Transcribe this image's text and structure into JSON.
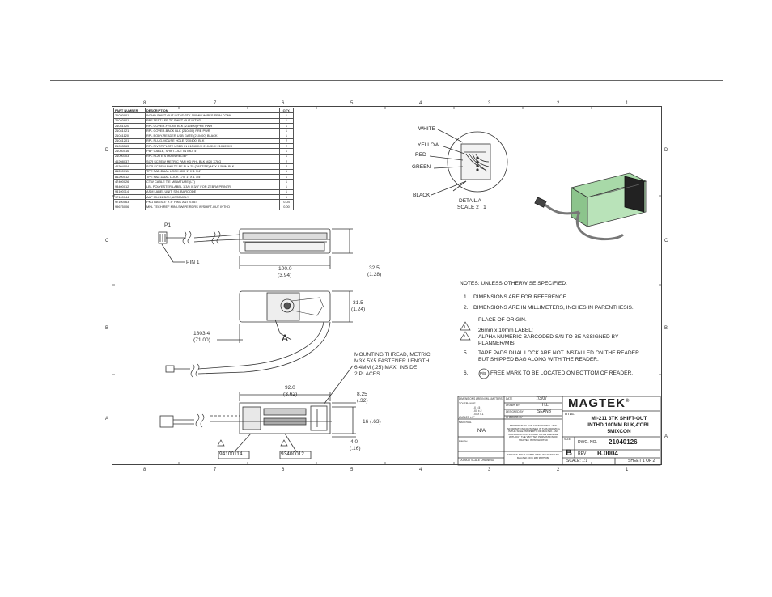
{
  "bom": {
    "headers": [
      "PART NUMBER",
      "DESCRIPTION",
      "QTY."
    ],
    "rows": [
      [
        "21030001",
        "INTHD SHIFT-OUT INTHD 3TK 100MM WIRES SPIN CONN",
        "1"
      ],
      [
        "21040901",
        "PBF TEST LEP TK SHIFT-OUT INTHD",
        "1"
      ],
      [
        "21041020",
        "RPL COVER-FRONT BLK (210400) PRE PWR",
        "1"
      ],
      [
        "21041021",
        "RPL COVER-BACK BLK (210400) PRE PWR",
        "1"
      ],
      [
        "21041120",
        "RPL BODY-READER USB GATE (210400) BLACK",
        "1"
      ],
      [
        "21041201",
        "RPL PLUG-MOUSE HOLE (210400) BLK",
        "2"
      ],
      [
        "21053563",
        "RPL PIVOT PLATE USED IN 210400XX 21045XX 21060XXX",
        "2"
      ],
      [
        "21050016",
        "PBF CABLE, SHIFT-OUT INTHD, 4'",
        "1"
      ],
      [
        "21090103",
        "RPL PLATE STRAIN RELIEF",
        "1"
      ],
      [
        "46208037",
        "SCR SCREW METRIC PAN HD PHL BLK M2X X7LG",
        "2"
      ],
      [
        "46304004",
        "SCR SCREW PHP TF FE BLK 25 (TAPTITE) M2X 3.5MM BLK",
        "2"
      ],
      [
        "81200011",
        "TPE PAD-DUAL LOCK 400, 1\" X 1 1/4\"",
        "1"
      ],
      [
        "81200012",
        "TPE PAD-DUAL LOCK 170, 1\" X 1 1/4\"",
        "1"
      ],
      [
        "47400026",
        "CTW CABLE TIE MINIATURE (LT)",
        "1"
      ],
      [
        "93400012",
        "LBL POLYESTER LABEL 1.3/5 X 3/5\" FOR ZEBRA PRINTR",
        "1"
      ],
      [
        "94100114",
        "ASM LABEL UNIT, S/N, BARCODE",
        "1"
      ],
      [
        "97100044",
        "AAF MI-211 BOX, ASSEMBLY",
        "1"
      ],
      [
        "97100063",
        "PKG BAGS 3\" X 4\" PINK ANTISTAT",
        "0.04"
      ],
      [
        "99675006",
        "MNL TECH REF MINI-SWIPE RDRS W/SHIFT-OUT INTHD",
        "0.00"
      ]
    ]
  },
  "zones": {
    "cols": [
      "8",
      "7",
      "6",
      "5",
      "4",
      "3",
      "2",
      "1"
    ],
    "rows": [
      "D",
      "C",
      "B",
      "A"
    ]
  },
  "detail": {
    "wires": [
      "WHITE",
      "YELLOW",
      "RED",
      "GREEN",
      "BLACK"
    ],
    "title": "DETAIL A",
    "scale": "SCALE 2 : 1"
  },
  "callouts": {
    "p1": "P1",
    "pin1": "PIN 1",
    "view_a": "A",
    "label1": "94100114",
    "label2": "93400012",
    "mount": [
      "MOUNTING THREAD, METRIC",
      "M3X.5X5 FASTENER LENGTH",
      "6.4MM (.25) MAX. INSIDE",
      "2 PLACES"
    ]
  },
  "dims": {
    "w100": "100.0",
    "w100in": "(3.94)",
    "h325": "32.5",
    "h325in": "(1.28)",
    "h315": "31.5",
    "h315in": "(1.24)",
    "cable": "1803.4",
    "cablein": "(71.00)",
    "w92": "92.0",
    "w92in": "(3.62)",
    "d825": "8.25",
    "d825in": "(.32)",
    "d16": "16 (.63)",
    "d4": "4.0",
    "d4in": "(.16)"
  },
  "notes": {
    "header": "NOTES: UNLESS OTHERWISE SPECIFIED.",
    "n1": "DIMENSIONS ARE FOR REFERENCE.",
    "n2": "DIMENSIONS ARE IN MILLIMETERS, INCHES IN PARENTHESIS.",
    "n3": "PLACE OF ORIGIN.",
    "n4a": "26mm x 10mm LABEL:",
    "n4b": "ALPHA NUMERIC BARCODED S/N TO BE ASSIGNED BY",
    "n4c": "PLANNER/MIS",
    "n5a": "TAPE PADS DUAL LOCK ARE NOT INSTALLED ON THE READER",
    "n5b": "BUT SHIPPED BAG ALONG WITH THE READER.",
    "n6": "FREE MARK TO BE LOCATED ON BOTTOM OF READER.",
    "n6sym": "P/B",
    "nums": [
      "1.",
      "2.",
      "3.",
      "4.",
      "5.",
      "6."
    ],
    "tri": [
      "3",
      "4"
    ]
  },
  "title_block": {
    "logo": "MAGTEK",
    "logo_mark": "®",
    "dims_unless": "DIMENSIONS ARE IN MILLIMETERS",
    "tolerance": "TOLERANCE",
    "tol_vals": [
      ".X  ±.5",
      ".XX  ±.2",
      ".XXX  ±.1",
      "ANGLES  ±.5°"
    ],
    "date_lbl": "DATE",
    "date_val": "7/3/07",
    "drawn_lbl": "DRAWN BY",
    "drawn_val": "H.L.",
    "designed_lbl": "DESIGNED BY",
    "designed_val": "SEANB",
    "checked_lbl": "CHECKED BY",
    "material_lbl": "MATERIAL",
    "material_val": "N/A",
    "finish_lbl": "FINISH",
    "proprietary": "PROPRIETARY AND CONFIDENTIAL: THE INFORMATION CONTAINED IN THIS DRAWING IS THE SOLE PROPERTY OF MAGTEK. ANY REPRODUCTION IN PART OR AS A WHOLE WITHOUT THE WRITTEN PERMISSION OF MAGTEK IS PROHIBITED",
    "rohs": "MAGTEK ROHS COMPLIANT LIST REFER TO MAGTEK DOC ### 99875066",
    "no_scale": "DO NOT SCALE DRAWING",
    "title_lbl": "TITLE:",
    "title_lines": [
      "MI-211 3TK SHIFT-OUT",
      "INTHD,100MM BLK,4'CBL",
      "5MIXCON"
    ],
    "size_lbl": "SIZE",
    "size_val": "B",
    "dwg_lbl": "DWG. NO.",
    "dwg_val": "21040126",
    "rev_lbl": "REV",
    "rev_val": "B.0004",
    "scale_lbl": "SCALE: 1:1",
    "sheet_lbl": "SHEET 1 OF 2"
  }
}
